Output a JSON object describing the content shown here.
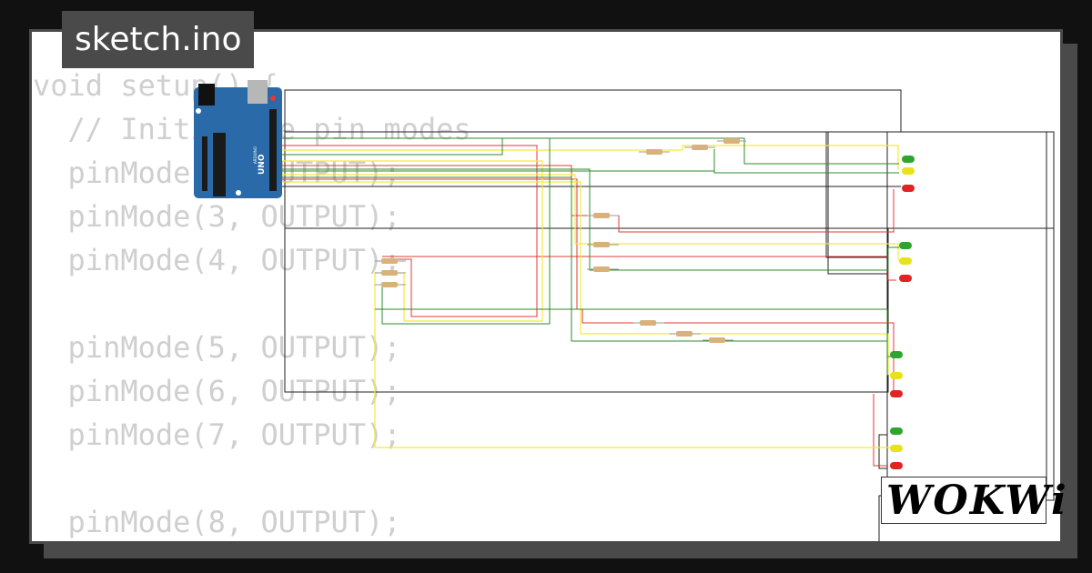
{
  "filename": "sketch.ino",
  "code_lines": [
    "void setup() {",
    "  // Initialize pin modes",
    "  pinMode(2, OUTPUT);",
    "  pinMode(3, OUTPUT);",
    "  pinMode(4, OUTPUT);",
    "",
    "  pinMode(5, OUTPUT);",
    "  pinMode(6, OUTPUT);",
    "  pinMode(7, OUTPUT);",
    "",
    "  pinMode(8, OUTPUT);"
  ],
  "board": {
    "brand": "ARDUINO",
    "model": "UNO"
  },
  "logo": "WOKWi",
  "colors": {
    "background": "#111111",
    "card": "#ffffff",
    "frame": "#4a4a4a",
    "board": "#2b6aa8",
    "wire_red": "#e53935",
    "wire_yellow": "#f4ea3a",
    "wire_green": "#2e8b2e",
    "wire_black": "#222222",
    "led_green": "#2fa52f",
    "led_yellow": "#e8e21a",
    "led_red": "#e02424"
  },
  "icons": [
    "arduino-uno-board",
    "resistor",
    "led",
    "wokwi-logo"
  ]
}
